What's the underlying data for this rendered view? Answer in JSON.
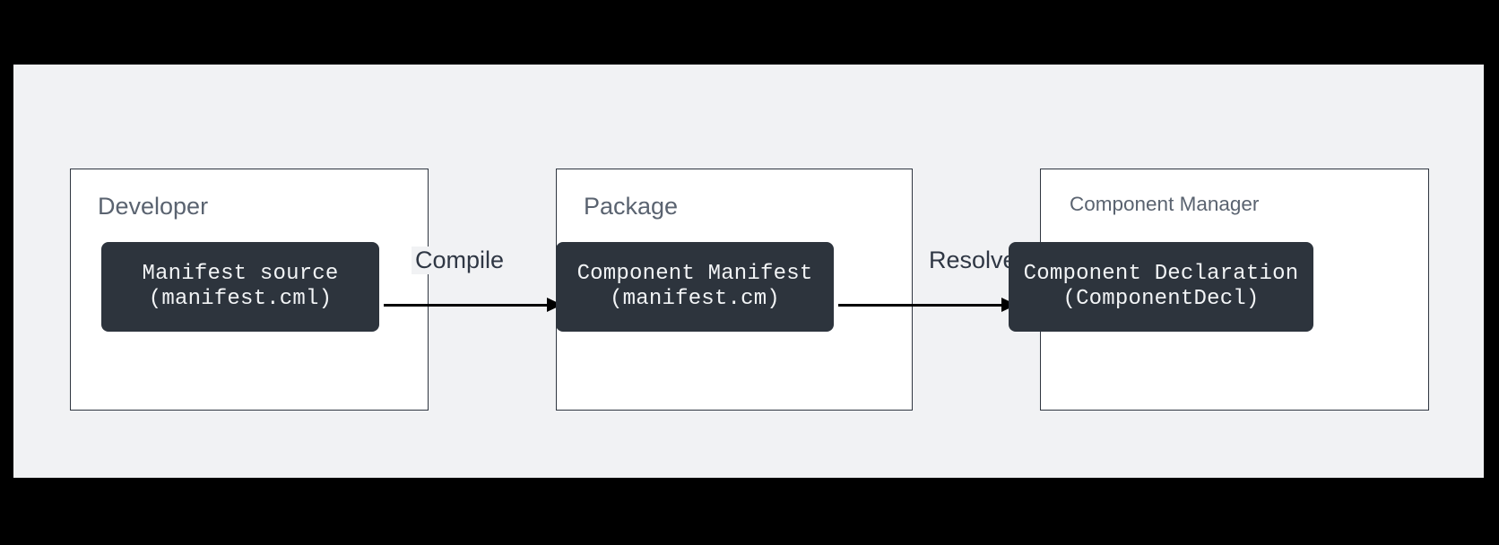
{
  "diagram": {
    "title_semantic": "component-manifest-pipeline",
    "background_color": "#000000",
    "panel_color": "#f1f2f4",
    "node_color": "#2d343d",
    "node_text_color": "#f2f4f6",
    "lane_border_color": "#2f3640",
    "lane_title_color": "#5a6370",
    "edge_label_color": "#2f3744",
    "lanes": [
      {
        "id": "developer",
        "title": "Developer",
        "node": {
          "id": "manifest-source",
          "line1": "Manifest source",
          "line2": "(manifest.cml)"
        }
      },
      {
        "id": "package",
        "title": "Package",
        "node": {
          "id": "component-manifest",
          "line1": "Component Manifest",
          "line2": "(manifest.cm)"
        }
      },
      {
        "id": "component-manager",
        "title": "Component Manager",
        "node": {
          "id": "component-declaration",
          "line1": "Component Declaration",
          "line2": "(ComponentDecl)"
        }
      }
    ],
    "edges": [
      {
        "id": "compile",
        "label": "Compile",
        "from": "manifest-source",
        "to": "component-manifest",
        "direction": "right"
      },
      {
        "id": "resolve",
        "label": "Resolve",
        "from": "component-manifest",
        "to": "component-declaration",
        "direction": "right"
      }
    ]
  }
}
